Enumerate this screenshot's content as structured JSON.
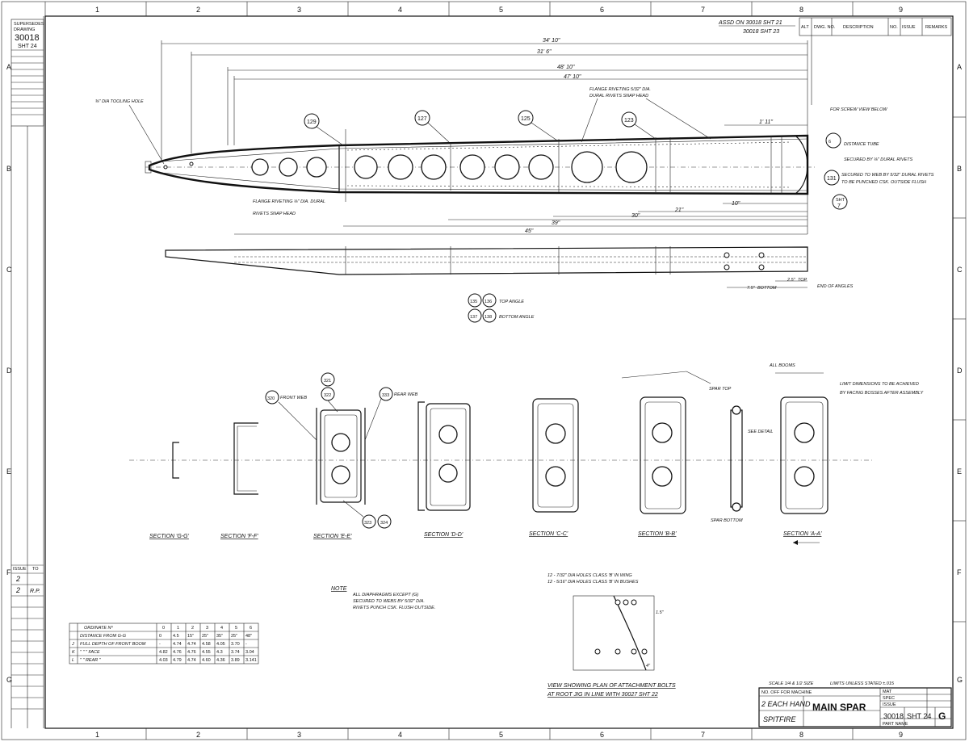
{
  "grid": {
    "cols": [
      "1",
      "2",
      "3",
      "4",
      "5",
      "6",
      "7",
      "8",
      "9"
    ],
    "rows": [
      "A",
      "B",
      "C",
      "D",
      "E",
      "F",
      "G"
    ]
  },
  "left_strip": {
    "lines": [
      "SUPERSEDES",
      "DRAWING",
      "30018",
      "SHT 24",
      "",
      "",
      "",
      "",
      "",
      "",
      "",
      "",
      "",
      ""
    ],
    "revs": [
      {
        "issue": "ISSUE",
        "to": "TO"
      },
      {
        "issue": "2",
        "to": ""
      },
      {
        "issue": "2",
        "to": "R.P."
      }
    ]
  },
  "top_notes": {
    "ref1": "ASSD ON 30018 SHT 21",
    "ref2": "30018 SHT 23",
    "rev_headers": [
      "ALT",
      "DWG. NO.",
      "DESCRIPTION",
      "NO.",
      "ISSUE",
      "REMARKS"
    ]
  },
  "plan": {
    "dims": [
      "34' 10\"",
      "31' 6\"",
      "48' 10\"",
      "47' 10\"",
      "1' 11\"",
      "39\"",
      "30\"",
      "21\"",
      "10\"",
      "45\""
    ],
    "callouts": [
      "129",
      "127",
      "125",
      "123",
      "131"
    ],
    "notes": {
      "tooling_hole": "⅜\" DIA TOOLING HOLE",
      "flange_rivet": "FLANGE RIVETING ⅛\" DIA. DURAL",
      "rivets_head": "RIVETS SNAP HEAD",
      "flange_rivet_top": "FLANGE RIVETING 5/32\" DIA.",
      "dural_rivets": "DURAL RIVETS SNAP HEAD",
      "screw_view": "FOR SCREW VIEW BELOW",
      "distance_tube": "DISTANCE TUBE",
      "secured_rivets": "SECURED BY ⅛\" DURAL RIVETS",
      "secured_web": "SECURED TO WEB BY 5/32\" DURAL RIVETS",
      "flush": "TO BE PUNCHED CSK. OUTSIDE FLUSH",
      "sht_ref": "SHT",
      "sht_num": "7",
      "sht6": "6",
      "end_angles": "END OF ANGLES",
      "bottom": "BOTTOM",
      "top": "TOP",
      "dim_bottom": "7.5\"",
      "dim_top": "2.5\""
    },
    "angles": {
      "top_a": "135",
      "top_b": "136",
      "top_label": "TOP ANGLE",
      "bot_a": "137",
      "bot_b": "138",
      "bot_label": "BOTTOM ANGLE"
    }
  },
  "sections": {
    "labels": [
      "SECTION 'G-G'",
      "SECTION 'F-F'",
      "SECTION 'E-E'",
      "SECTION 'D-D'",
      "SECTION 'C-C'",
      "SECTION 'B-B'",
      "SECTION 'A-A'"
    ],
    "callouts": [
      "321",
      "322",
      "320",
      "333",
      "323",
      "324"
    ],
    "front_web": "FRONT WEB",
    "rear_web": "REAR WEB",
    "spar_top": "SPAR TOP",
    "spar_bottom": "SPAR BOTTOM",
    "see_detail": "SEE DETAIL",
    "all_booms": "ALL BOOMS",
    "limit_note1": "LIMIT DIMENSIONS TO BE ACHIEVED",
    "limit_note2": "BY FACING BOSSES AFTER ASSEMBLY"
  },
  "note": {
    "title": "NOTE",
    "lines": [
      "ALL DIAPHRAGMS EXCEPT (G)",
      "SECURED TO WEBS BY 5/32\" DIA.",
      "RIVETS PUNCH CSK. FLUSH OUTSIDE."
    ]
  },
  "ordinates": {
    "header_label": "ORDINATE Nº",
    "header_nums": [
      "0",
      "1",
      "2",
      "3",
      "4",
      "5",
      "6"
    ],
    "rows": [
      {
        "mark": "",
        "label": "DISTANCE FROM G-G",
        "vals": [
          "0",
          "4.5",
          "15\"",
          "25\"",
          "35\"",
          "25\"",
          "48\""
        ]
      },
      {
        "mark": "J",
        "label": "FULL DEPTH OF FRONT BOOM",
        "vals": [
          "-",
          "4.74",
          "4.74",
          "4.58",
          "4.05",
          "3.70",
          "-"
        ]
      },
      {
        "mark": "K",
        "label": "   \"     \"     \"    FACE",
        "vals": [
          "4.82",
          "4.76",
          "4.76",
          "4.55",
          "4.3",
          "3.74",
          "3.04"
        ]
      },
      {
        "mark": "L",
        "label": "   \"     \"     REAR  \"",
        "vals": [
          "4.03",
          "4.79",
          "4.74",
          "4.60",
          "4.36",
          "3.89",
          "3.141"
        ]
      }
    ]
  },
  "bolts_view": {
    "note1": "12 - 7/32\" DIA HOLES CLASS 'B' IN WING",
    "note2": "12 - 5/16\" DIA HOLES CLASS 'B' IN BUSHES",
    "dim1": "1.5\"",
    "dim2": "4\"",
    "caption1": "VIEW SHOWING PLAN OF ATTACHMENT BOLTS",
    "caption2": "AT ROOT JIG IN LINE WITH 30027 SHT 22"
  },
  "title_block": {
    "scale": "SCALE 1/4 & 1/2 SIZE",
    "tol": "LIMITS UNLESS STATED ±.015",
    "no_off": "NO. OFF FOR MACHINE",
    "qty": "2 EACH HAND",
    "title": "MAIN SPAR",
    "aircraft": "SPITFIRE",
    "drawing_no": "30018",
    "sheet": "SHT 24",
    "issue": "G",
    "right_labels": [
      "MAT",
      "SPEC",
      "ISSUE",
      "PART NAME"
    ]
  }
}
